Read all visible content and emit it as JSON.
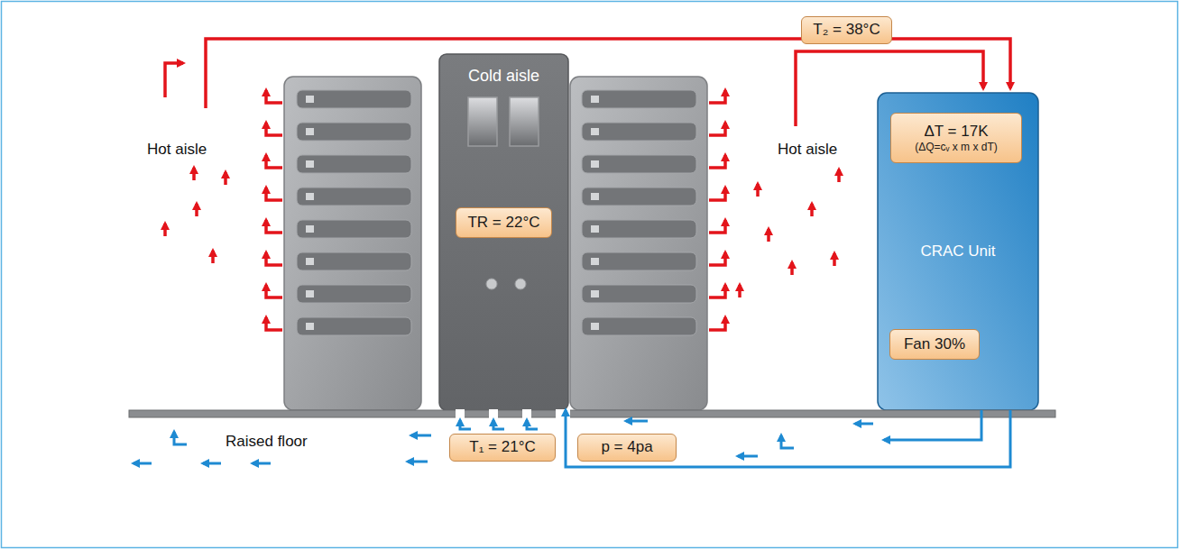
{
  "diagram": {
    "nodes": [
      {
        "text": [
          "T₂ = 38°C"
        ]
      },
      {
        "text": [
          "Cold aisle"
        ]
      },
      {
        "text": [
          "TR = 22°C"
        ],
        "in": 1
      },
      {
        "text": [
          "CRAC Unit"
        ]
      },
      {
        "text": [
          "ΔT = 17K",
          "(ΔQ=cᵥ x m x dT)"
        ],
        "in": 3
      },
      {
        "text": [
          "Fan 30%"
        ],
        "in": 3
      },
      {
        "text": [
          "T₁ = 21°C"
        ]
      },
      {
        "text": [
          "p = 4pa"
        ]
      }
    ],
    "edges": [
      {
        "from": 3,
        "to": 1,
        "arrow": "to"
      }
    ],
    "labels": [
      "Hot aisle",
      "Hot aisle",
      "Raised floor"
    ]
  }
}
